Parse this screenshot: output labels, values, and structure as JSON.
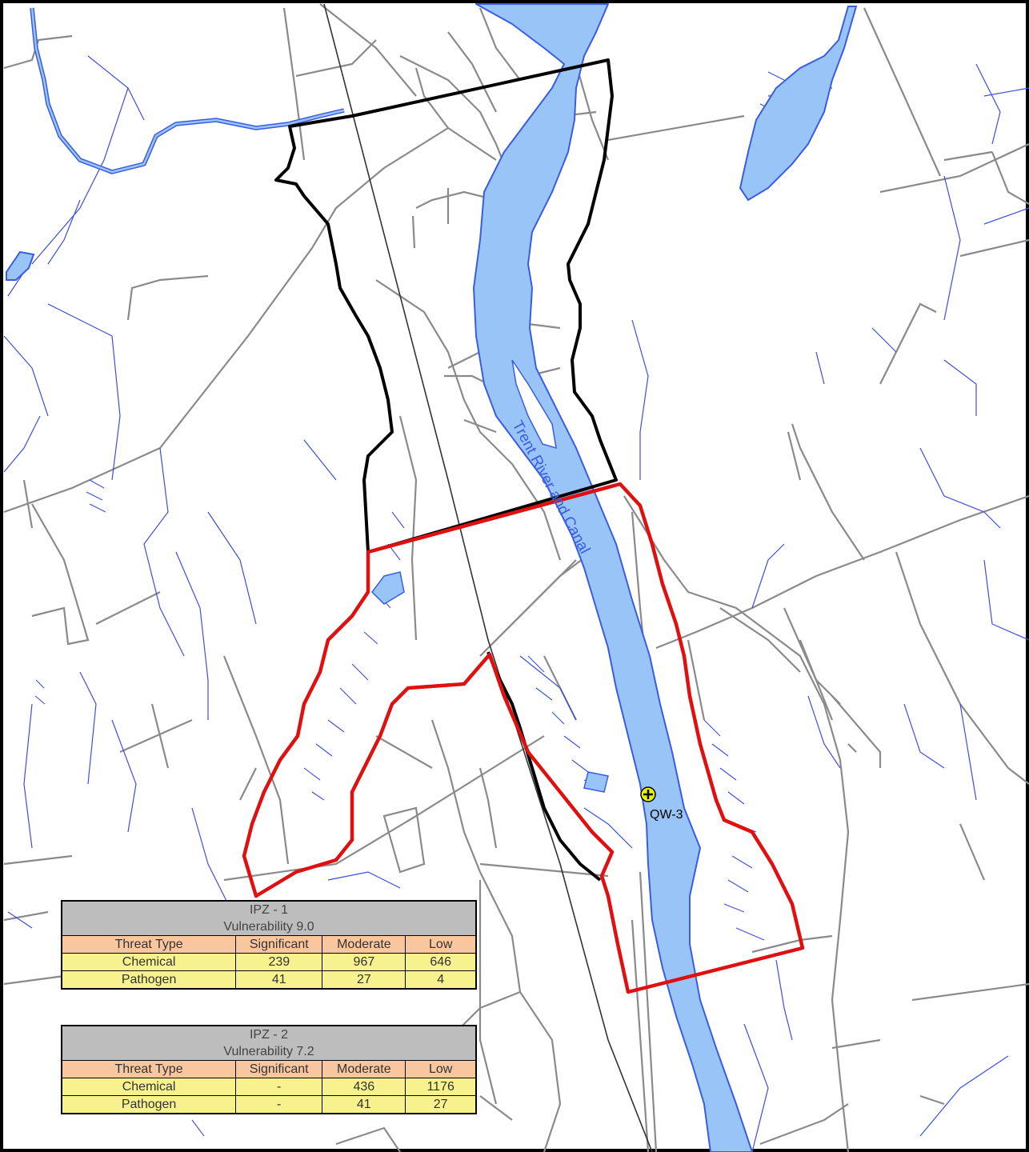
{
  "map": {
    "river_label": "Trent River and Canal",
    "well_label": "QW-3",
    "colors": {
      "water": "#99c4f8",
      "water_outline": "#3a5de0",
      "streams": "#3d4ee0",
      "roads": "#8a8a8a",
      "wellhead_zone": "#000000",
      "ipz_outline": "#e01010",
      "well_marker": "#e8f000"
    }
  },
  "tables": [
    {
      "title": "IPZ - 1",
      "vulnerability": "Vulnerability  9.0",
      "columns": [
        "Threat Type",
        "Significant",
        "Moderate",
        "Low"
      ],
      "rows": [
        [
          "Chemical",
          "239",
          "967",
          "646"
        ],
        [
          "Pathogen",
          "41",
          "27",
          "4"
        ]
      ]
    },
    {
      "title": "IPZ - 2",
      "vulnerability": "Vulnerability  7.2",
      "columns": [
        "Threat Type",
        "Significant",
        "Moderate",
        "Low"
      ],
      "rows": [
        [
          "Chemical",
          "-",
          "436",
          "1176"
        ],
        [
          "Pathogen",
          "-",
          "41",
          "27"
        ]
      ]
    }
  ]
}
